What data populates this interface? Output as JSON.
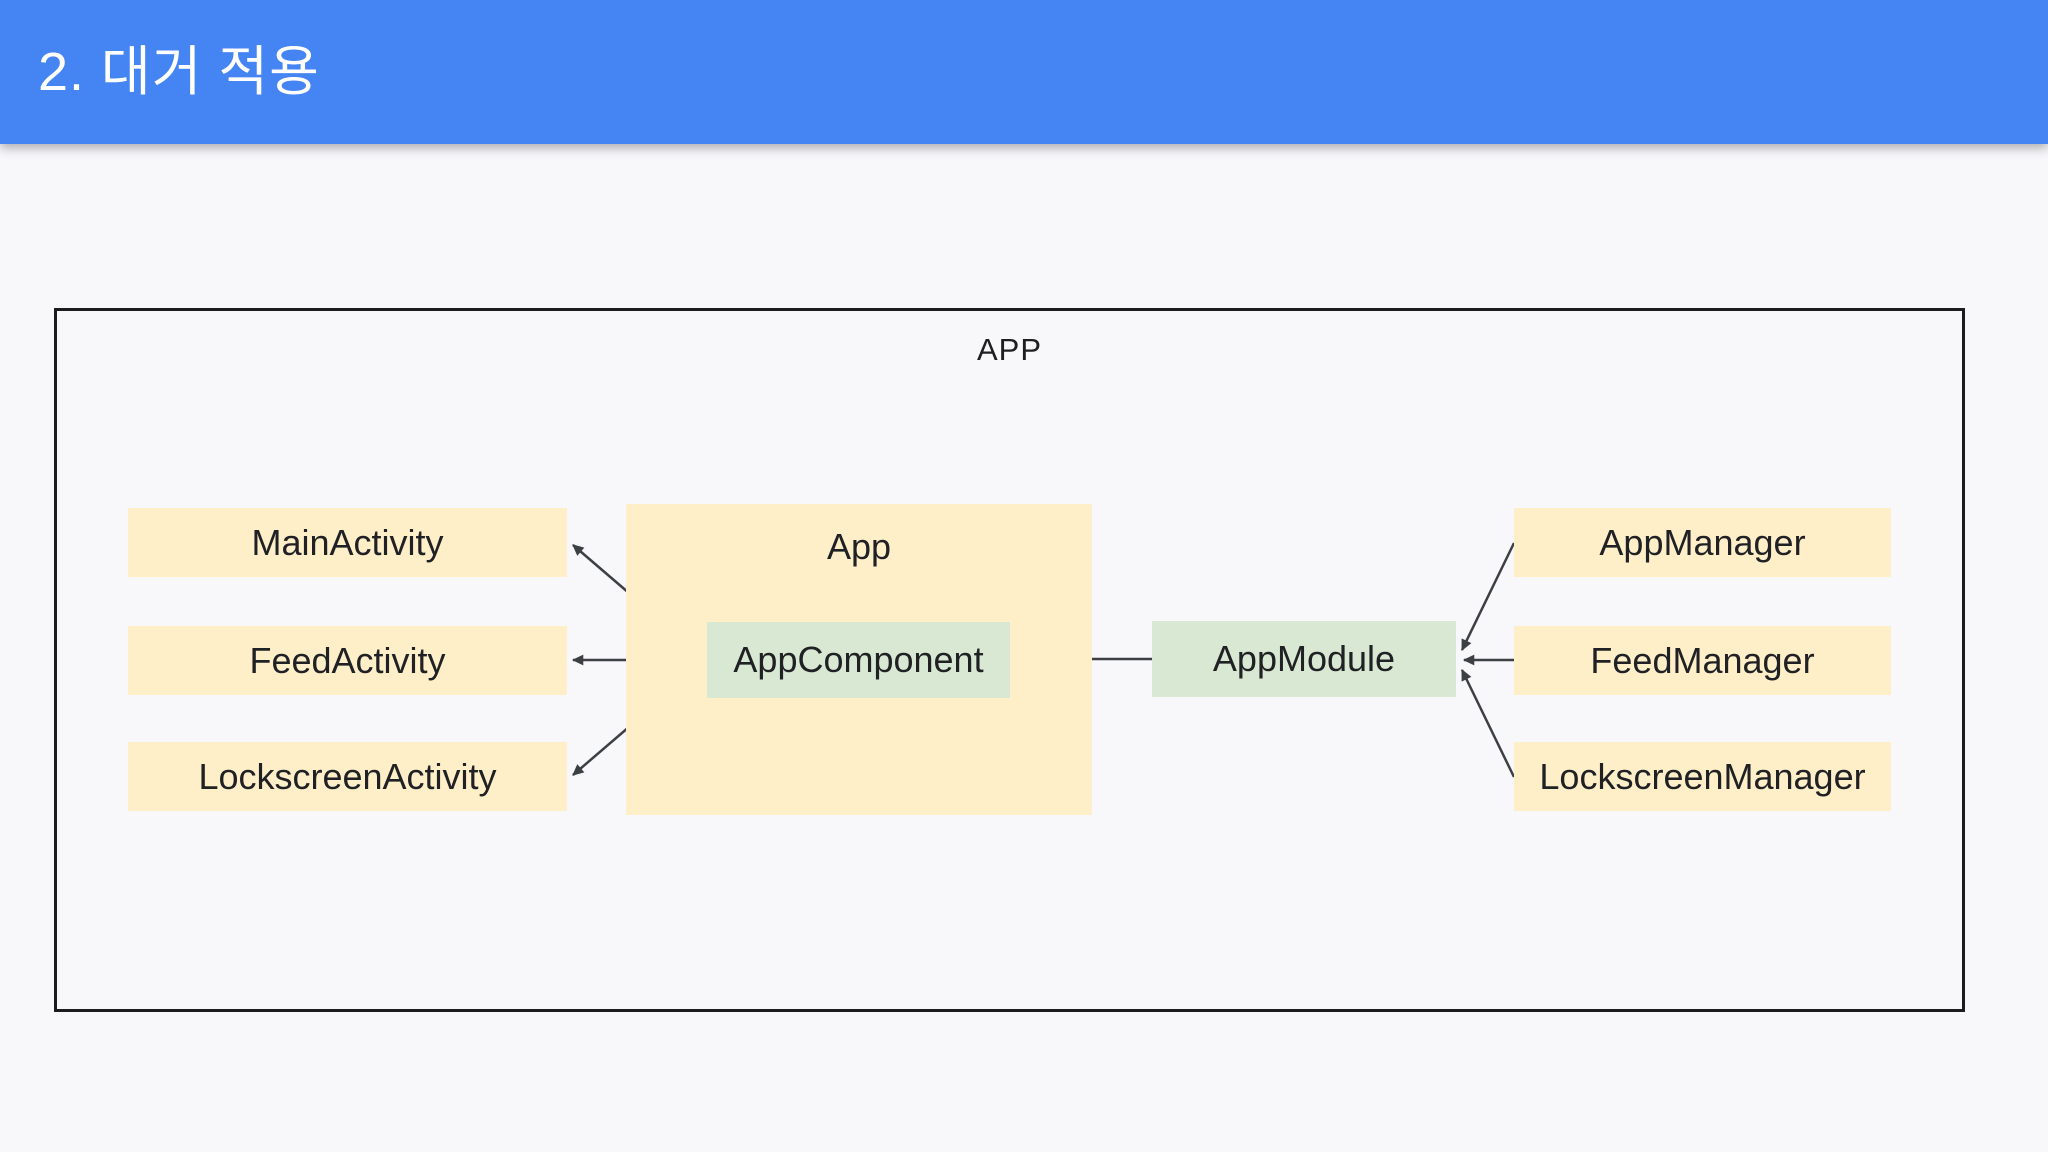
{
  "slide": {
    "header": {
      "title": "2. 대거 적용"
    },
    "frame": {
      "label": "APP"
    },
    "nodes": {
      "activities": [
        {
          "label": "MainActivity"
        },
        {
          "label": "FeedActivity"
        },
        {
          "label": "LockscreenActivity"
        }
      ],
      "app": {
        "label": "App"
      },
      "app_component": {
        "label": "AppComponent"
      },
      "app_module": {
        "label": "AppModule"
      },
      "managers": [
        {
          "label": "AppManager"
        },
        {
          "label": "FeedManager"
        },
        {
          "label": "LockscreenManager"
        }
      ]
    },
    "edges": [
      {
        "from": "AppComponent",
        "to": "MainActivity"
      },
      {
        "from": "AppComponent",
        "to": "FeedActivity"
      },
      {
        "from": "AppComponent",
        "to": "LockscreenActivity"
      },
      {
        "from": "AppModule",
        "to": "AppComponent"
      },
      {
        "from": "AppManager",
        "to": "AppModule"
      },
      {
        "from": "FeedManager",
        "to": "AppModule"
      },
      {
        "from": "LockscreenManager",
        "to": "AppModule"
      }
    ],
    "colors": {
      "header_bg": "#4484F3",
      "header_text": "#FFFFFF",
      "background": "#F8F7FA",
      "node_yellow": "#FEEFC9",
      "node_green": "#D8E8D2",
      "frame_border": "#1C1C1C",
      "edge_line": "#3C4043",
      "label_text": "#202124"
    }
  }
}
